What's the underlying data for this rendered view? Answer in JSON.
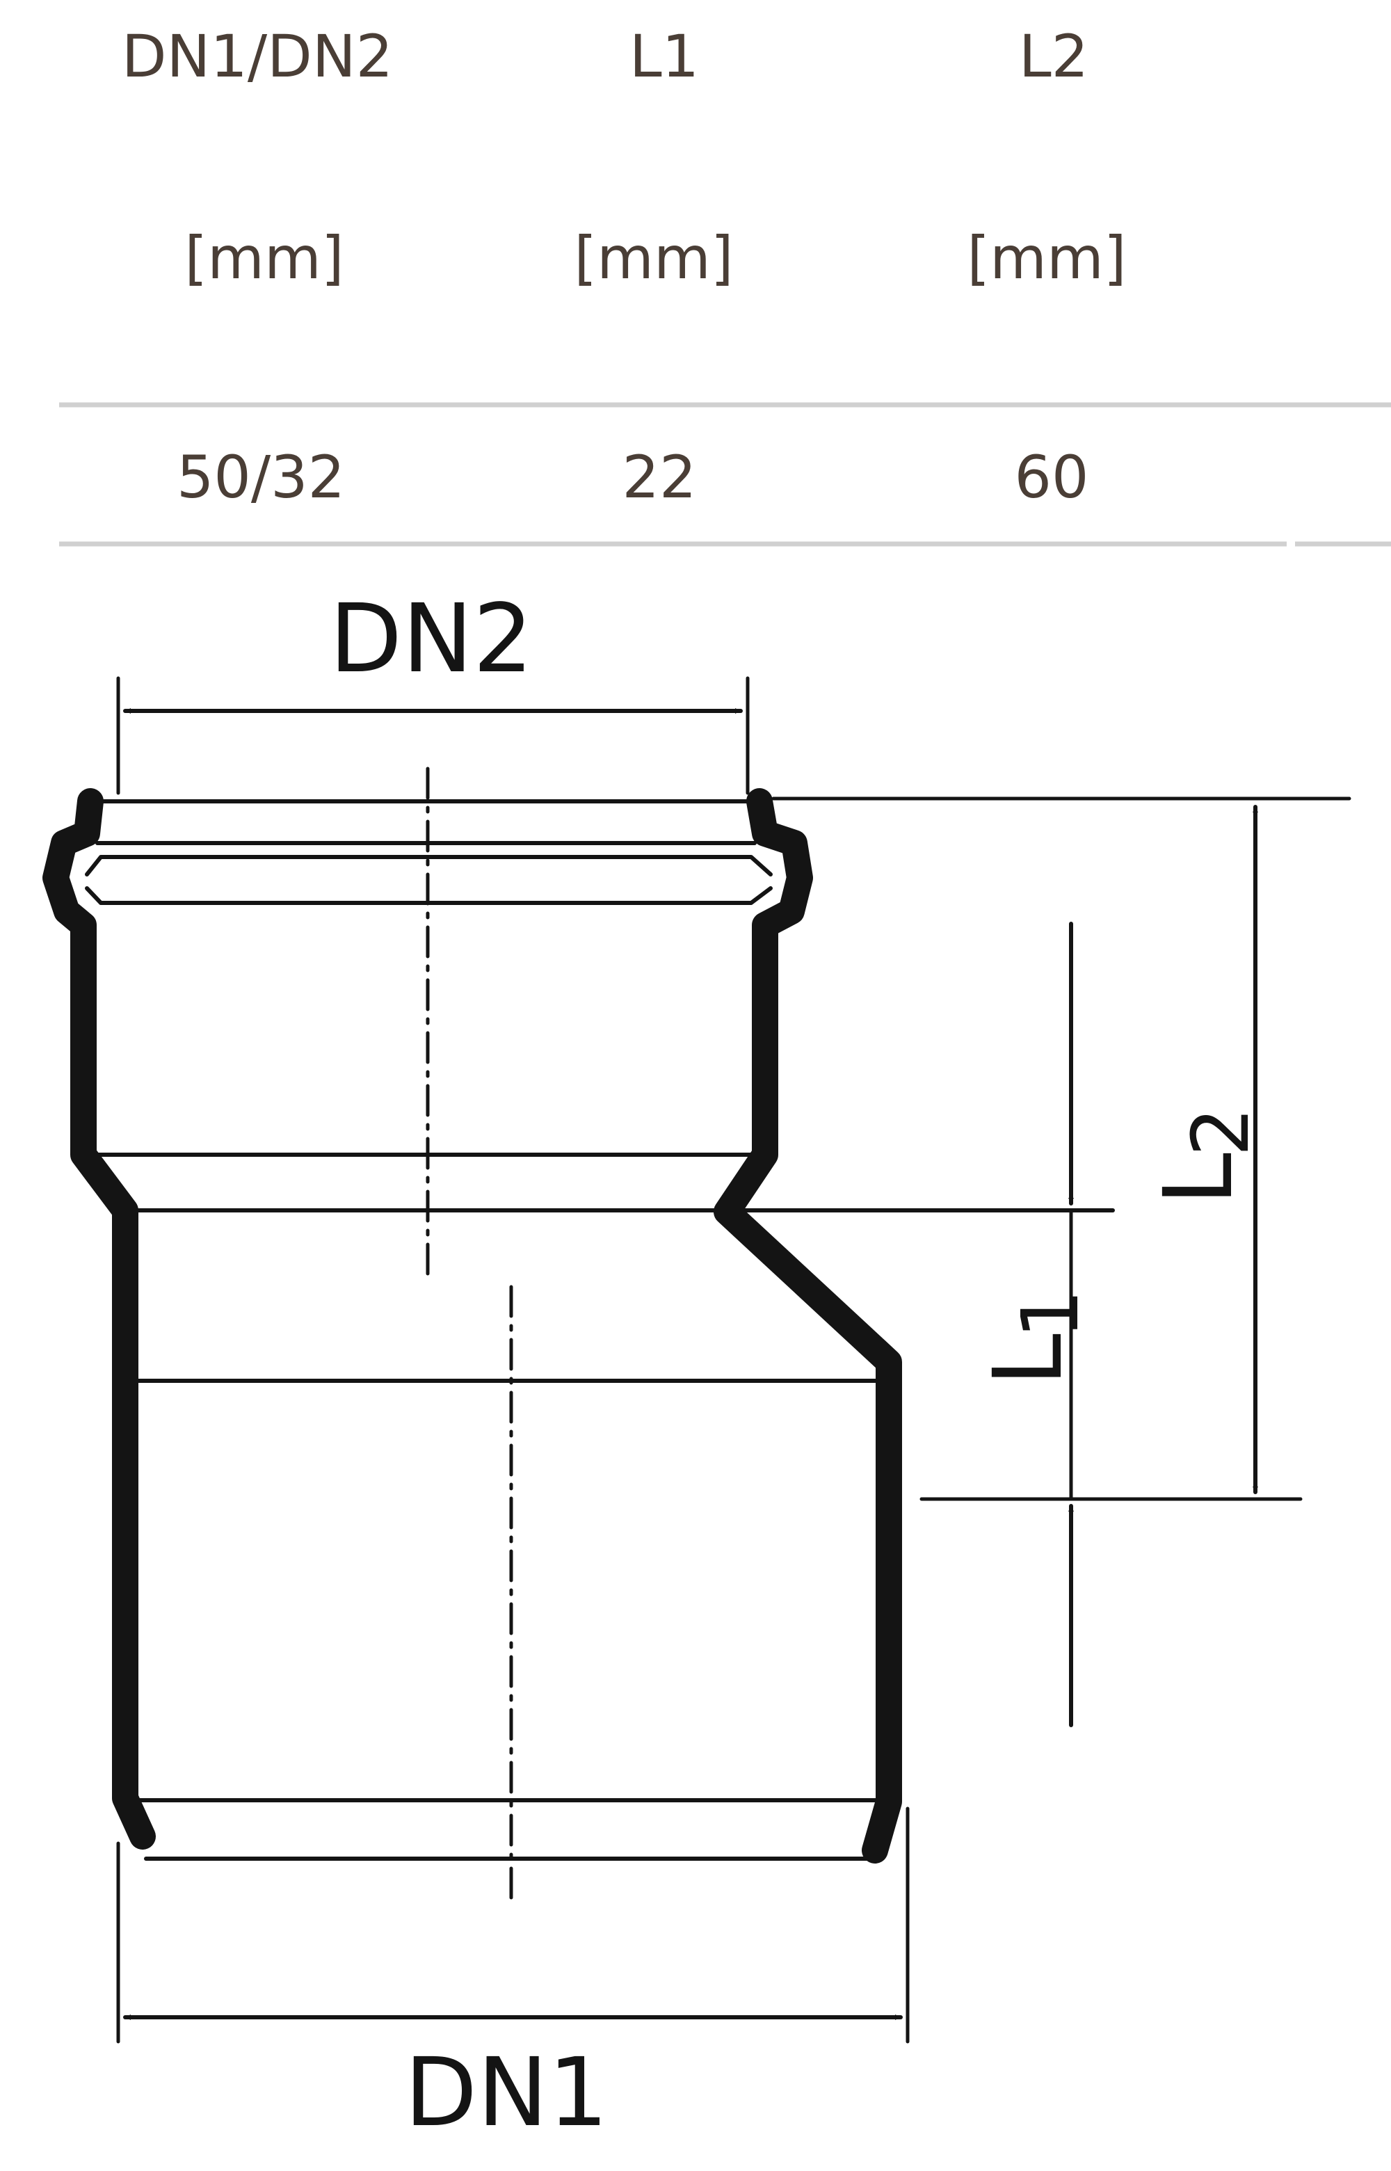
{
  "table": {
    "headers": [
      "DN1/DN2",
      "L1",
      "L2"
    ],
    "units": [
      "[mm]",
      "[mm]",
      "[mm]"
    ],
    "rows": [
      [
        "50/32",
        "22",
        "60"
      ]
    ]
  },
  "diagram": {
    "dn2_label": "DN2",
    "dn1_label": "DN1",
    "l1_main": "L",
    "l1_sub": "1",
    "l2_main": "L",
    "l2_sub": "2"
  },
  "colors": {
    "table_text": "#4a3e36",
    "rule": "#d0d0d0",
    "drawing": "#141414"
  }
}
